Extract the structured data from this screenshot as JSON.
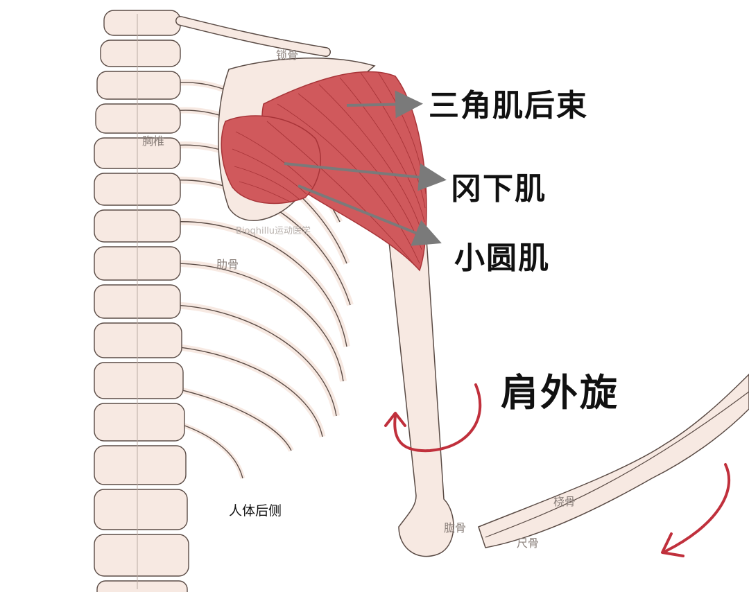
{
  "labels": {
    "posterior_deltoid": "三角肌后束",
    "infraspinatus": "冈下肌",
    "teres_minor": "小圆肌",
    "external_rotation": "肩外旋",
    "clavicle": "锁骨",
    "thoracic_vertebrae": "胸椎",
    "ribs": "肋骨",
    "posterior_view": "人体后侧",
    "humerus": "肱骨",
    "radius": "桡骨",
    "ulna": "尺骨",
    "watermark": "Bioqhillu运动医学"
  },
  "colors": {
    "bone_fill": "#f7e9e2",
    "bone_outline": "#5a4b45",
    "muscle": "#d0595c",
    "muscle_fiber": "#a83438",
    "arrow_pointer": "#7a7a7a",
    "rotation_arrow": "#c0303c"
  }
}
